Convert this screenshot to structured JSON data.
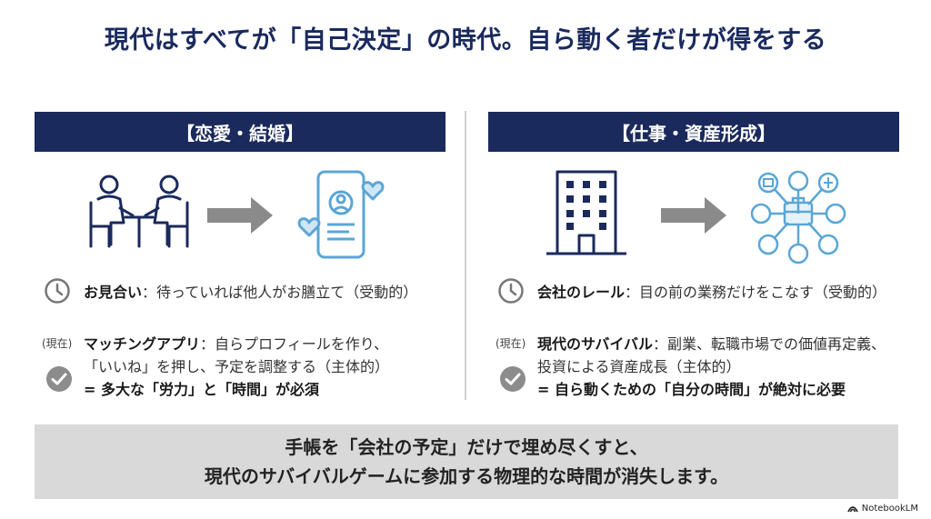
{
  "title": "現代はすべてが「自己決定」の時代。自ら動く者だけが得をする",
  "left": {
    "header": "【恋愛・結婚】",
    "old_term": "お見合い",
    "old_desc": "：待っていれば他人がお膳立て（受動的）",
    "now_tag": "(現在)",
    "new_term": "マッチングアプリ",
    "new_desc_1": "：自らプロフィールを作り、",
    "new_desc_2": "「いいね」を押し、予定を調整する（主体的）",
    "conclusion": "= 多大な「労力」と「時間」が必須"
  },
  "right": {
    "header": "【仕事・資産形成】",
    "old_term": "会社のレール",
    "old_desc": "：目の前の業務だけをこなす（受動的）",
    "now_tag": "(現在)",
    "new_term": "現代のサバイバル",
    "new_desc_1": "：副業、転職市場での価値再定義、",
    "new_desc_2": "投資による資産成長（主体的）",
    "conclusion": "= 自ら動くための「自分の時間」が絶対に必要"
  },
  "banner": {
    "line1": "手帳を「会社の予定」だけで埋め尽くすと、",
    "line2": "現代のサバイバルゲームに参加する物理的な時間が消失します。"
  },
  "brand": "NotebookLM",
  "colors": {
    "navy": "#1b2a5c",
    "title": "#1a2a5e",
    "icon_blue": "#5aa6d6",
    "arrow_gray": "#8a8a8a",
    "banner_gray": "#d9d9d9"
  }
}
